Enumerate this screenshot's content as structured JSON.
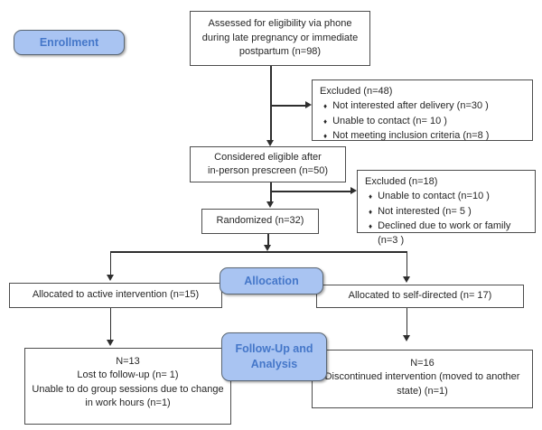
{
  "bullet_glyph": "♦",
  "stage_labels": {
    "enrollment": "Enrollment",
    "allocation": "Allocation",
    "followup_line1": "Follow-Up and",
    "followup_line2": "Analysis"
  },
  "boxes": {
    "assessed": {
      "lines": [
        "Assessed for eligibility via phone",
        "during late pregnancy or immediate",
        "postpartum (n=98)"
      ]
    },
    "excluded_phone": {
      "title": "Excluded (n=48)",
      "items": [
        "Not interested after delivery (n=30 )",
        "Unable to contact (n= 10 )",
        "Not meeting inclusion criteria (n=8 )"
      ]
    },
    "eligible": {
      "lines": [
        "Considered eligible after",
        "in-person prescreen (n=50)"
      ]
    },
    "excluded_prescreen": {
      "title": "Excluded (n=18)",
      "items": [
        "Unable to contact (n=10 )",
        "Not interested (n= 5 )",
        "Declined due to work or family (n=3 )"
      ]
    },
    "randomized": {
      "text": "Randomized (n=32)"
    },
    "allocated_active": {
      "text": "Allocated to active intervention (n=15)"
    },
    "allocated_self": {
      "text": "Allocated to self-directed (n= 17)"
    },
    "followup_active": {
      "lines": [
        "N=13",
        "Lost to follow-up (n= 1)",
        "Unable to do group sessions due to change in work hours (n=1)"
      ]
    },
    "followup_self": {
      "lines": [
        "N=16",
        "Discontinued intervention (moved to another state) (n=1)"
      ]
    }
  },
  "colors": {
    "stage_fill": "#a9c4f2",
    "stage_text": "#4577c9",
    "box_border": "#4d4d4d",
    "line": "#2e2e2e"
  }
}
